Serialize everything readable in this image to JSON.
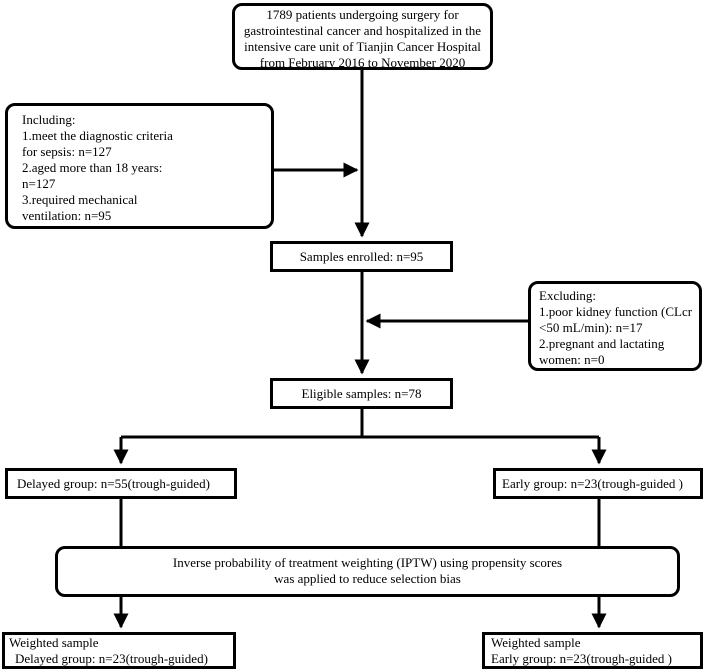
{
  "source_box": {
    "lines": [
      "1789 patients undergoing surgery for",
      "gastrointestinal cancer and hospitalized in the",
      "intensive care unit of Tianjin Cancer Hospital",
      "from February 2016 to November 2020"
    ]
  },
  "inclusion_box": {
    "lines": [
      "Including:",
      "1.meet the diagnostic criteria",
      "for sepsis: n=127",
      "2.aged more than 18 years:",
      "n=127",
      "3.required mechanical",
      "ventilation:  n=95"
    ]
  },
  "enrolled_box": {
    "text": "Samples enrolled: n=95"
  },
  "exclusion_box": {
    "lines": [
      "Excluding:",
      "1.poor kidney function (CLcr",
      "<50 mL/min): n=17",
      "2.pregnant and lactating",
      "women: n=0"
    ]
  },
  "eligible_box": {
    "text": "Eligible samples: n=78"
  },
  "delayed_group_box": {
    "text": "Delayed group: n=55(trough-guided)"
  },
  "early_group_box": {
    "text": "Early group: n=23(trough-guided )"
  },
  "iptw_box": {
    "lines": [
      "Inverse probability of treatment weighting (IPTW) using propensity scores",
      "was applied to reduce selection bias"
    ]
  },
  "weighted_delayed_box": {
    "lines": [
      "Weighted sample",
      "Delayed group: n=23(trough-guided)"
    ]
  },
  "weighted_early_box": {
    "lines": [
      "Weighted sample",
      "Early group: n=23(trough-guided )"
    ]
  }
}
